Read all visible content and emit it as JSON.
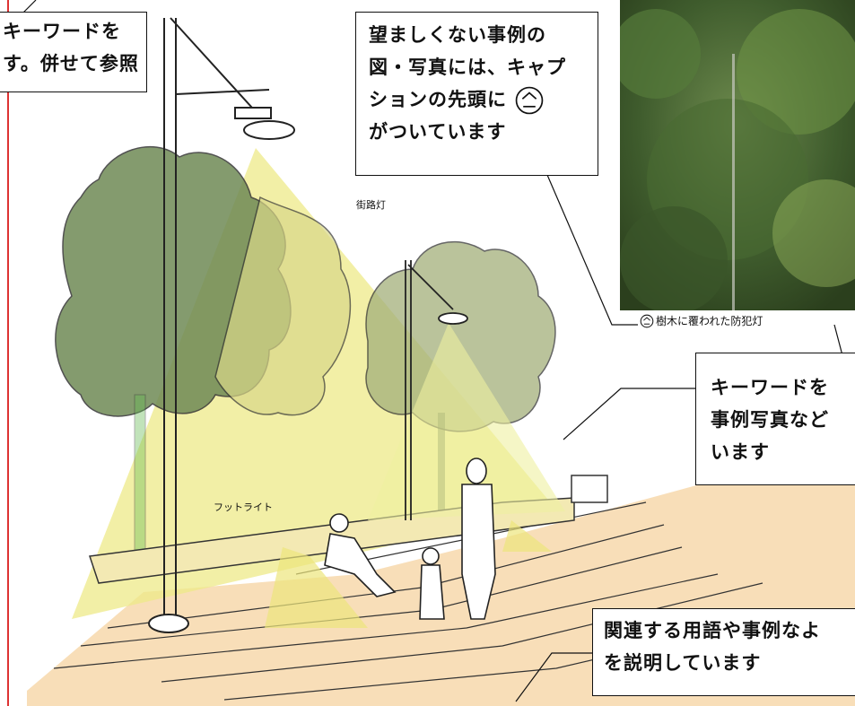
{
  "callouts": {
    "top_left": {
      "line1": "キーワードを",
      "line2": "す。併せて参照"
    },
    "caption_note": {
      "line1": "望ましくない事例の",
      "line2": "図・写真には、キャプ",
      "line3": "ションの先頭に",
      "line4": "がついています"
    },
    "right_keyword": {
      "line1": "キーワードを",
      "line2": "事例写真など",
      "line3": "います"
    },
    "related": {
      "line1": "関連する用語や事例なよ",
      "line2": "を説明しています"
    }
  },
  "labels": {
    "street_light": "街路灯",
    "foot_light": "フットライト"
  },
  "photo": {
    "caption": "樹木に覆われた防犯灯"
  },
  "icons": {
    "frown": "frown-face-icon"
  },
  "colors": {
    "light_yellow": "#f1f0a0",
    "tree_green": "#5e7a4a",
    "ground_orange": "#f2c48a",
    "margin_red": "#dd3333"
  }
}
